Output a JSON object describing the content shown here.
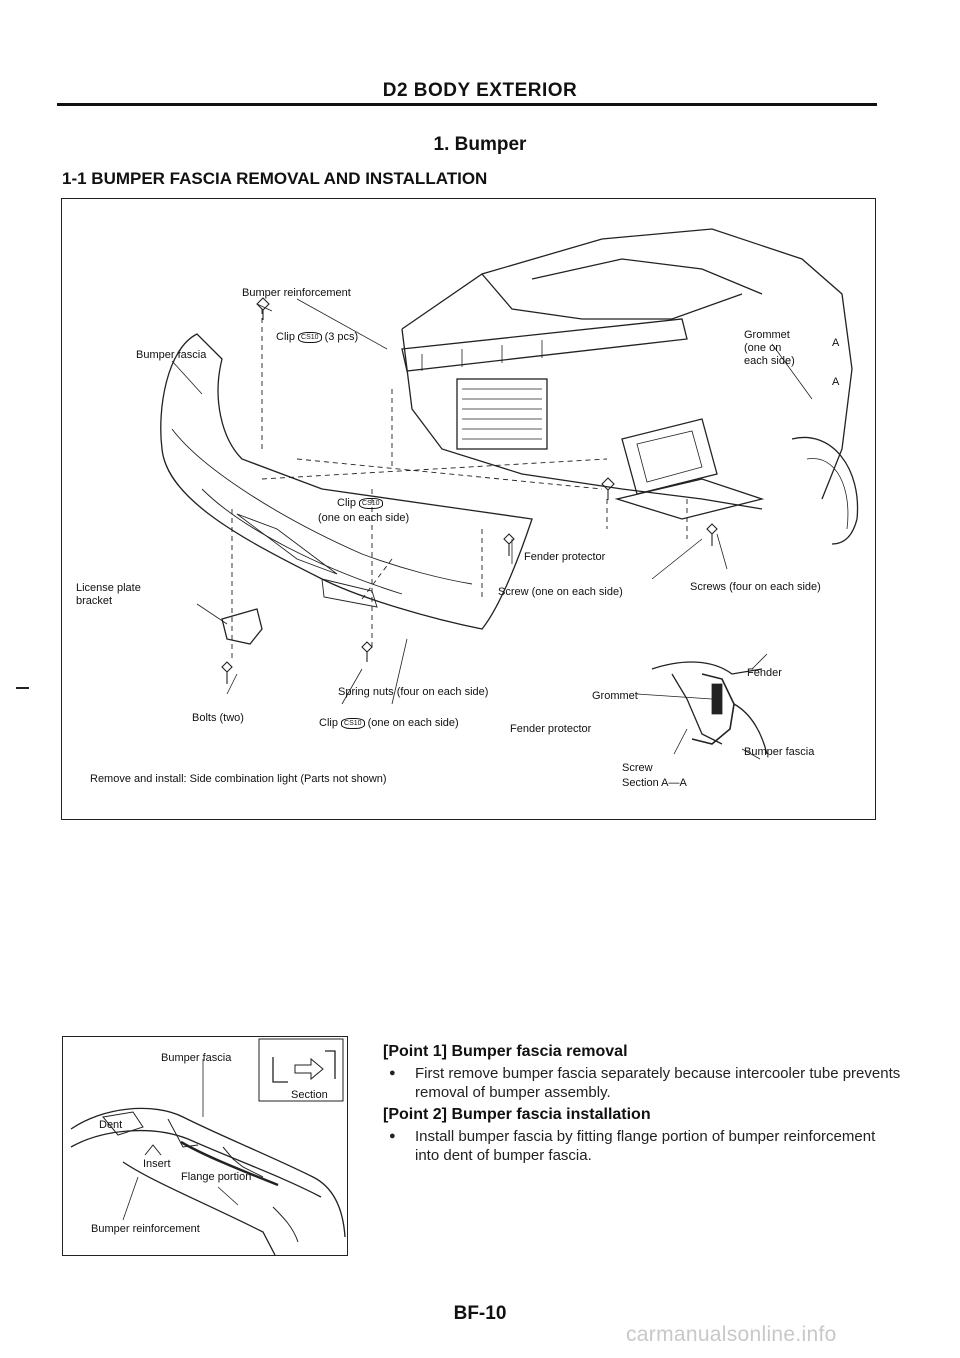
{
  "header": {
    "title": "D2 BODY EXTERIOR"
  },
  "section": {
    "title": "1. Bumper"
  },
  "subsection": {
    "title": "1-1 BUMPER FASCIA REMOVAL AND INSTALLATION"
  },
  "main_figure": {
    "labels": {
      "bumper_reinforcement": "Bumper reinforcement",
      "bumper_fascia": "Bumper fascia",
      "clip_3pcs": "Clip",
      "clip_3pcs_qty": "(3 pcs)",
      "clip_code": "CS10",
      "clip_each_side": "Clip",
      "one_on_each_side": "(one on each side)",
      "grommet_each_side_1": "Grommet",
      "grommet_each_side_2": "(one on",
      "grommet_each_side_3": "each side)",
      "section_marker": "A",
      "fender_protector": "Fender protector",
      "license_plate_bracket_1": "License plate",
      "license_plate_bracket_2": "bracket",
      "screw_each_side": "Screw (one on each side)",
      "screws_four": "Screws (four on each side)",
      "spring_nuts": "Spring nuts (four on each side)",
      "bolts_two": "Bolts (two)",
      "clip_one_each_side": "Clip",
      "clip_one_each_side_qty": "(one on each side)",
      "remove_install_note": "Remove and install: Side combination light (Parts not shown)"
    },
    "section_aa": {
      "fender": "Fender",
      "grommet": "Grommet",
      "fender_protector": "Fender protector",
      "bumper_fascia": "Bumper fascia",
      "screw": "Screw",
      "caption": "Section A—A"
    }
  },
  "inset_figure": {
    "bumper_fascia": "Bumper fascia",
    "section": "Section",
    "dent": "Dent",
    "insert": "Insert",
    "flange_portion": "Flange portion",
    "bumper_reinforcement": "Bumper reinforcement"
  },
  "points": [
    {
      "heading": "[Point 1] Bumper fascia removal",
      "text": "First remove bumper fascia separately because intercooler tube prevents removal of bumper assembly."
    },
    {
      "heading": "[Point 2] Bumper fascia installation",
      "text": "Install bumper fascia by fitting flange portion of bumper reinforcement into dent of bumper fascia."
    }
  ],
  "page_number": "BF-10",
  "watermark": "carmanualsonline.info"
}
